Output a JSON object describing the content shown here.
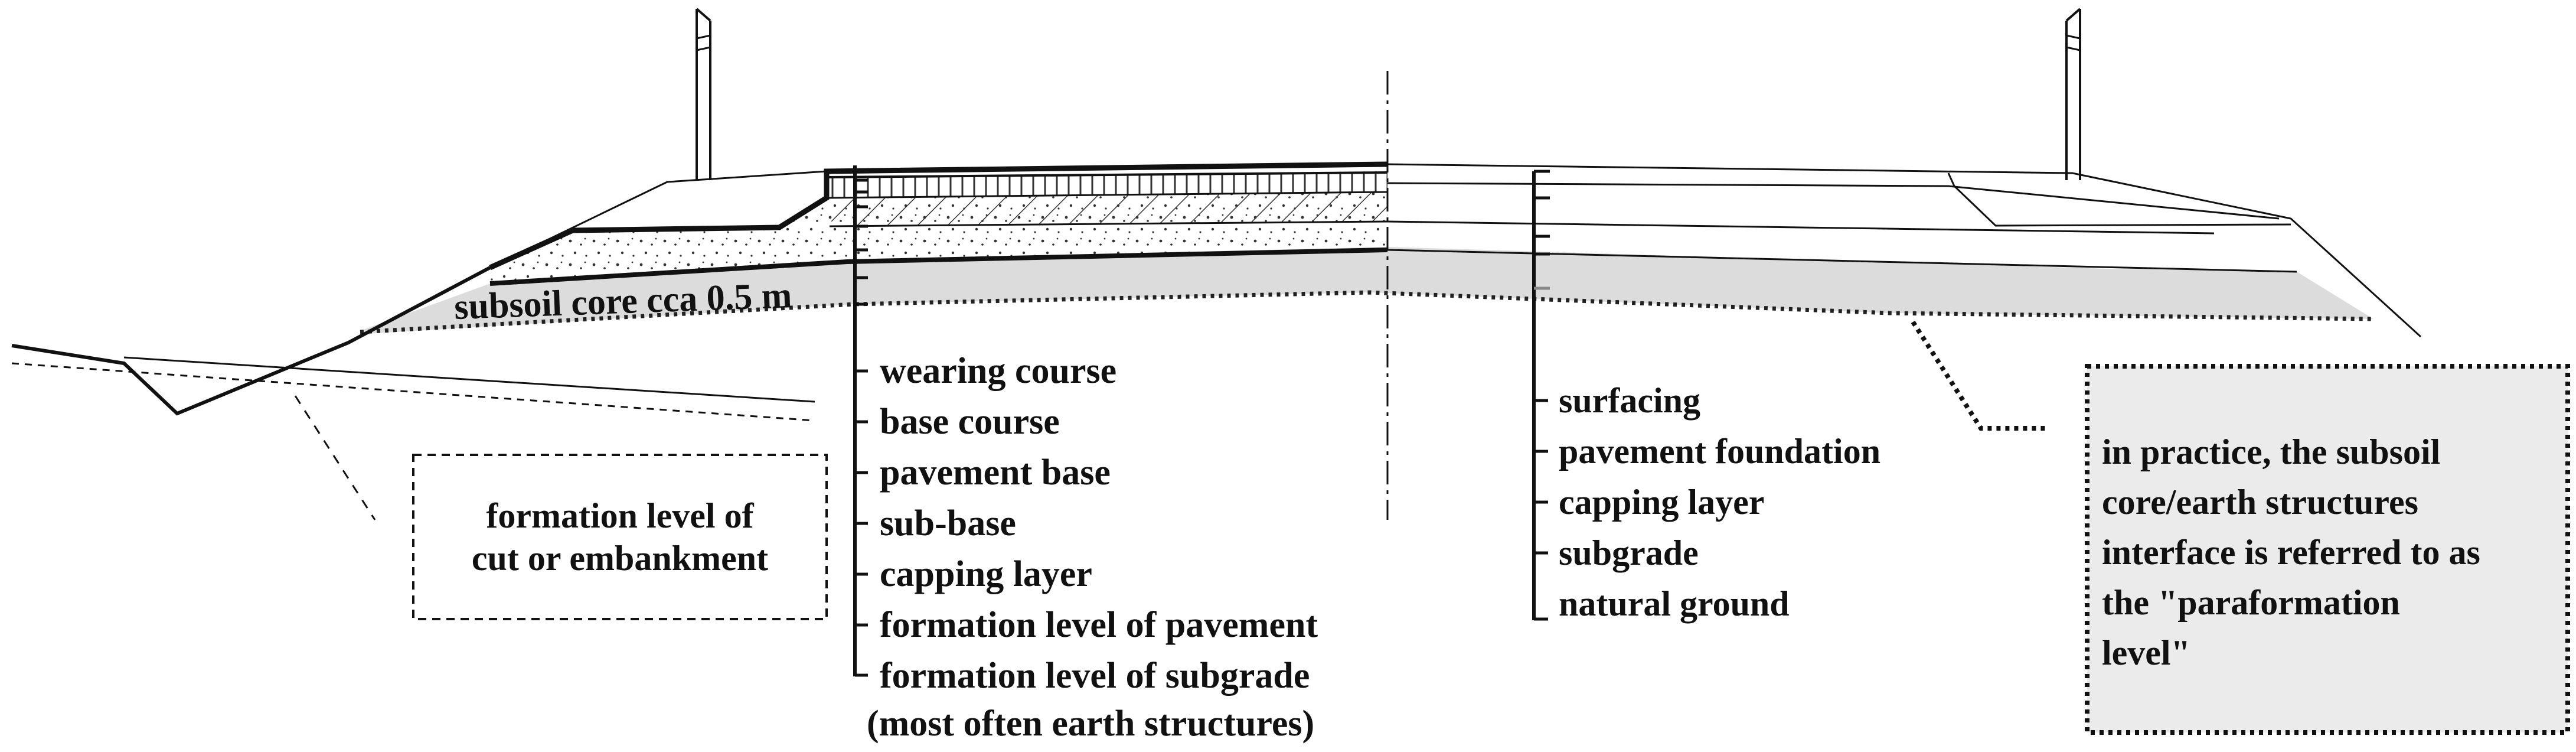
{
  "diagram": {
    "core_label": "subsoil core cca 0.5 m",
    "left_layers": [
      "wearing course",
      "base course",
      "pavement base",
      "sub-base",
      "capping layer",
      "formation level of pavement",
      "formation level of subgrade",
      "(most often earth structures)"
    ],
    "right_layers": [
      "surfacing",
      "pavement foundation",
      "capping layer",
      "subgrade",
      "natural ground"
    ],
    "formation_box": [
      "formation level of",
      "cut or embankment"
    ],
    "note_box": [
      "in practice, the subsoil",
      "core/earth structures",
      "interface is referred to as",
      "the \"paraformation",
      "level\""
    ],
    "colors": {
      "line": "#111111",
      "core_fill": "#dcdcdc",
      "note_fill": "#ebebeb"
    }
  }
}
